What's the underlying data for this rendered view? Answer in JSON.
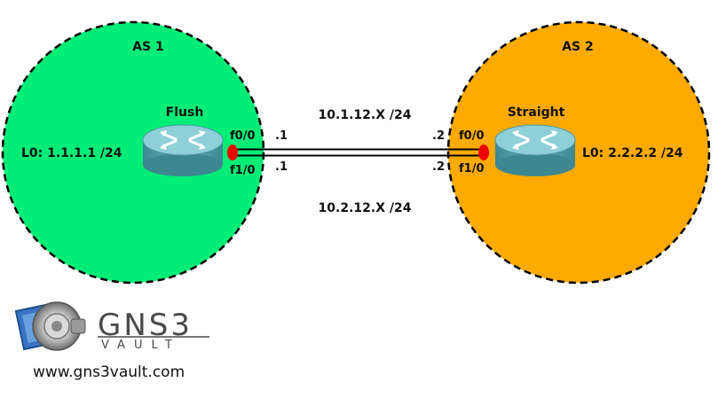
{
  "colors": {
    "as1_fill": "#00ee77",
    "as2_fill": "#ffaa00",
    "interface_dot": "#ee0000",
    "router_body": "#5ba7b3",
    "router_top": "#8fcfd8"
  },
  "as1": {
    "label": "AS 1",
    "router_name": "Flush",
    "loopback": "L0: 1.1.1.1 /24"
  },
  "as2": {
    "label": "AS 2",
    "router_name": "Straight",
    "loopback": "L0: 2.2.2.2 /24"
  },
  "links": [
    {
      "subnet": "10.1.12.X /24",
      "left_if": "f0/0",
      "left_host": ".1",
      "right_if": "f0/0",
      "right_host": ".2"
    },
    {
      "subnet": "10.2.12.X /24",
      "left_if": "f1/0",
      "left_host": ".1",
      "right_if": "f1/0",
      "right_host": ".2"
    }
  ],
  "logo": {
    "brand": "GNS3",
    "tagline": "VAULT",
    "url": "www.gns3vault.com"
  }
}
